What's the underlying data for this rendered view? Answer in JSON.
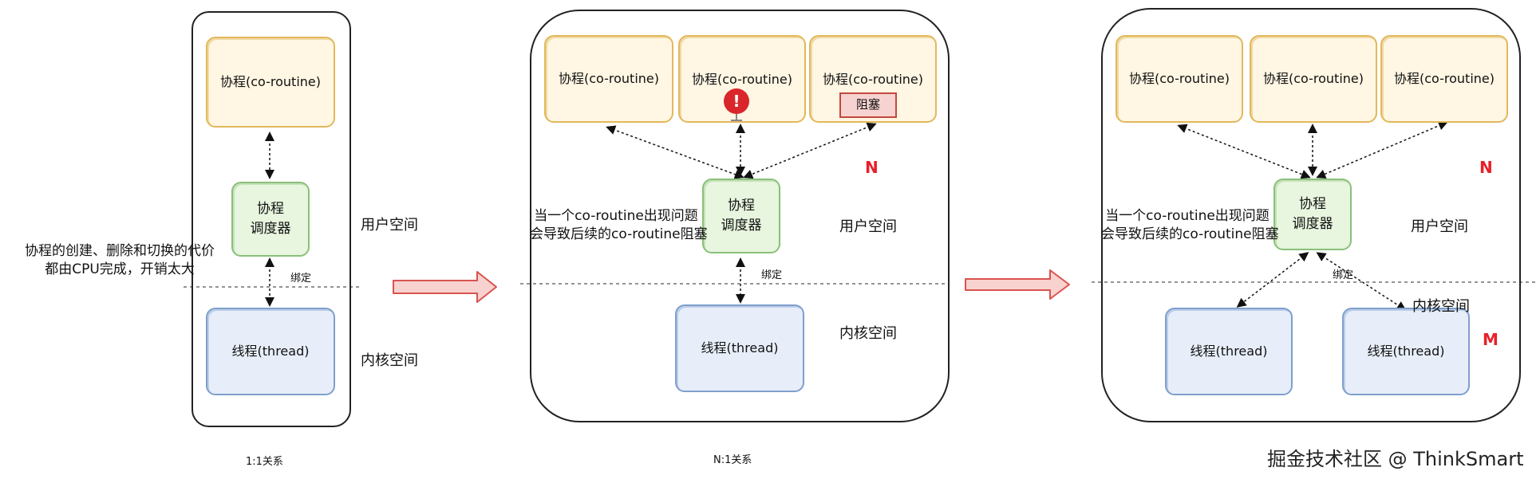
{
  "panels": {
    "p1": {
      "coroutine": "协程(co-routine)",
      "scheduler_line1": "协程",
      "scheduler_line2": "调度器",
      "thread": "线程(thread)",
      "user_space": "用户空间",
      "kernel_space": "内核空间",
      "bind": "绑定",
      "note_line1": "协程的创建、删除和切换的代价",
      "note_line2": "都由CPU完成，开销太大",
      "caption": "1:1关系"
    },
    "p2": {
      "coroutines": [
        "协程(co-routine)",
        "协程(co-routine)",
        "协程(co-routine)"
      ],
      "blocked": "阻塞",
      "scheduler_line1": "协程",
      "scheduler_line2": "调度器",
      "thread": "线程(thread)",
      "user_space": "用户空间",
      "kernel_space": "内核空间",
      "bind": "绑定",
      "n_label": "N",
      "note_line1": "当一个co-routine出现问题",
      "note_line2": "会导致后续的co-routine阻塞",
      "caption": "N:1关系"
    },
    "p3": {
      "coroutines": [
        "协程(co-routine)",
        "协程(co-routine)",
        "协程(co-routine)"
      ],
      "scheduler_line1": "协程",
      "scheduler_line2": "调度器",
      "threads": [
        "线程(thread)",
        "线程(thread)"
      ],
      "user_space": "用户空间",
      "kernel_space": "内核空间",
      "bind": "绑定",
      "n_label": "N",
      "m_label": "M",
      "note_line1": "当一个co-routine出现问题",
      "note_line2": "会导致后续的co-routine阻塞"
    }
  },
  "watermark": "掘金技术社区 @ ThinkSmart",
  "colors": {
    "coroutine_fill": "#fff6e3",
    "coroutine_stroke": "#e2b85a",
    "scheduler_fill": "#e8f5df",
    "scheduler_stroke": "#89c07a",
    "thread_fill": "#e7eef9",
    "thread_stroke": "#7e9fcd",
    "arrow": "#d9534f",
    "accent_red": "#e8202a"
  }
}
